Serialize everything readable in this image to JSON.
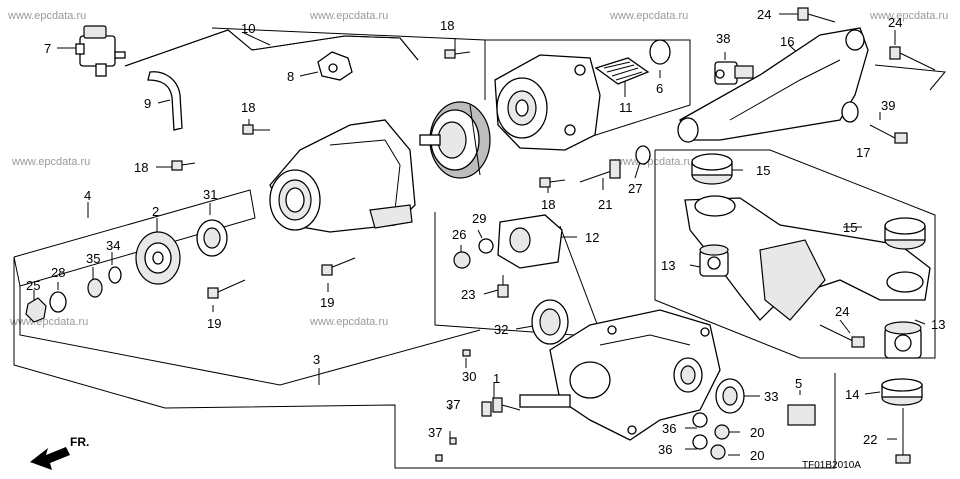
{
  "watermark": "www.epcdata.ru",
  "drawing_code": "TF01B2010A",
  "direction_label": "FR.",
  "callouts": [
    "1",
    "2",
    "3",
    "4",
    "5",
    "6",
    "7",
    "8",
    "9",
    "10",
    "11",
    "12",
    "13",
    "13",
    "14",
    "15",
    "15",
    "16",
    "17",
    "18",
    "18",
    "18",
    "18",
    "19",
    "19",
    "20",
    "20",
    "21",
    "22",
    "23",
    "24",
    "24",
    "24",
    "25",
    "26",
    "27",
    "28",
    "29",
    "30",
    "31",
    "32",
    "33",
    "34",
    "35",
    "36",
    "36",
    "37",
    "37",
    "38",
    "39"
  ]
}
